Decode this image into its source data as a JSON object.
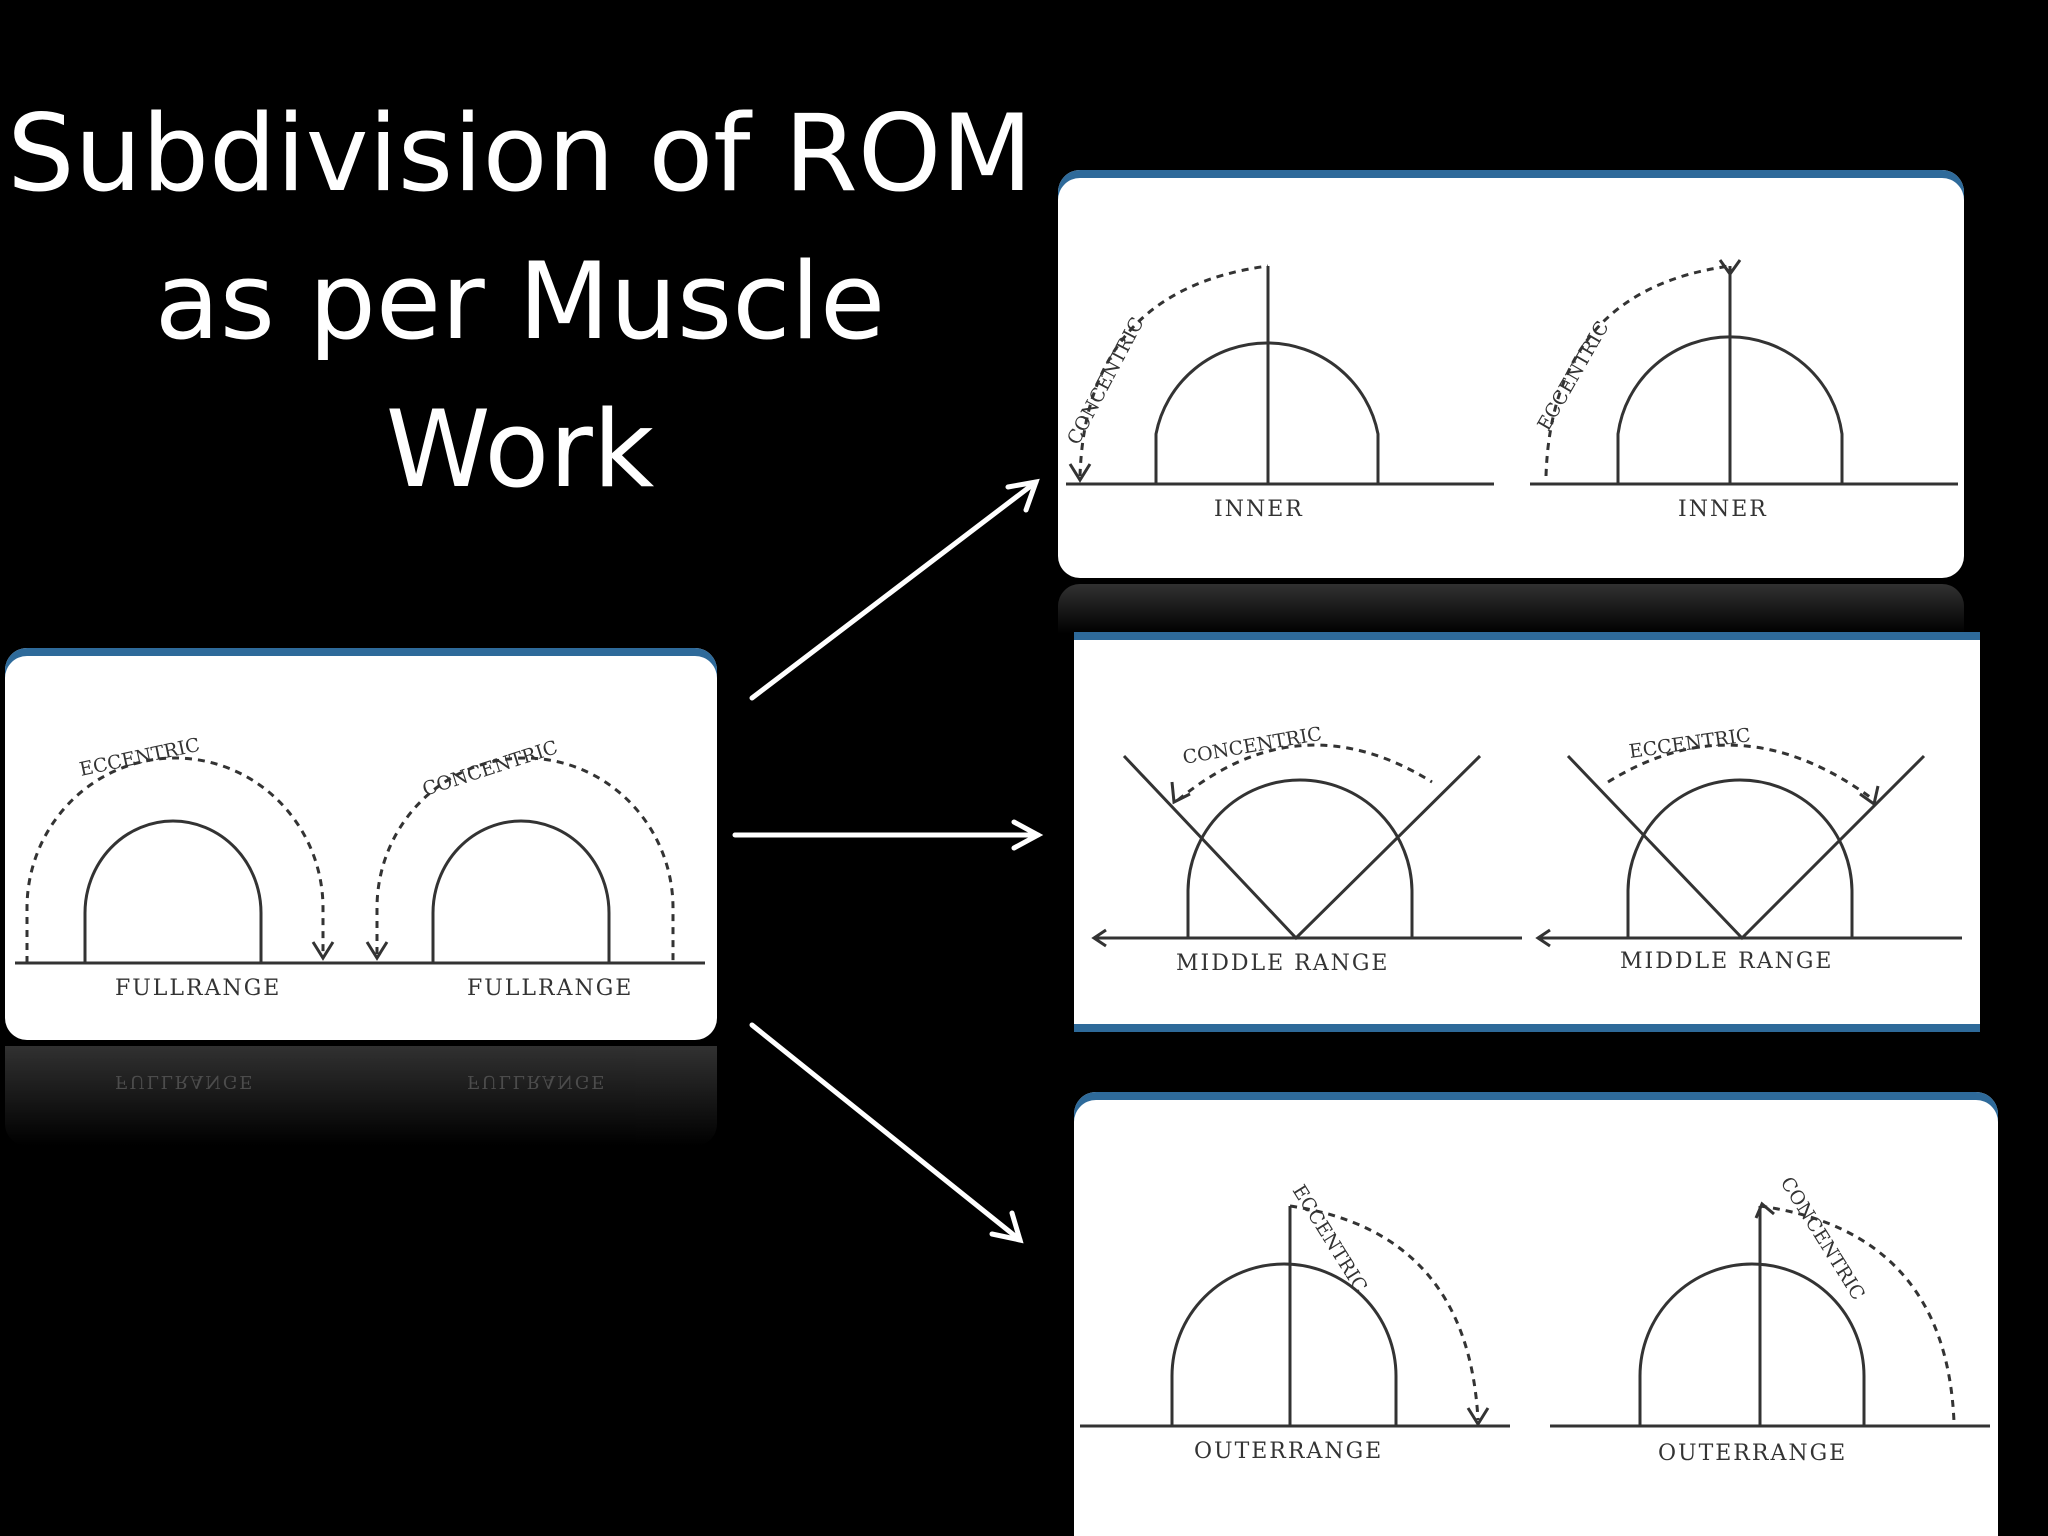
{
  "title": {
    "line1": "Subdivision of ROM",
    "line2": "as per Muscle",
    "line3": "Work"
  },
  "panels": {
    "full": {
      "label_left": "FULLRANGE",
      "label_right": "FULLRANGE",
      "arc_left": "ECCENTRIC",
      "arc_right": "CONCENTRIC"
    },
    "inner": {
      "label_left": "INNER",
      "label_right": "INNER",
      "arc_left": "CONCENTRIC",
      "arc_right": "ECCENTRIC"
    },
    "middle": {
      "label_left": "MIDDLE RANGE",
      "label_right": "MIDDLE RANGE",
      "arc_left": "CONCENTRIC",
      "arc_right": "ECCENTRIC"
    },
    "outer": {
      "label_left": "OUTERRANGE",
      "label_right": "OUTERRANGE",
      "arc_left": "ECCENTRIC",
      "arc_right": "CONCENTRIC"
    }
  },
  "colors": {
    "background": "#000000",
    "panel": "#ffffff",
    "panel_border": "#2e6a9a",
    "line": "#333333",
    "arrow": "#ffffff"
  }
}
